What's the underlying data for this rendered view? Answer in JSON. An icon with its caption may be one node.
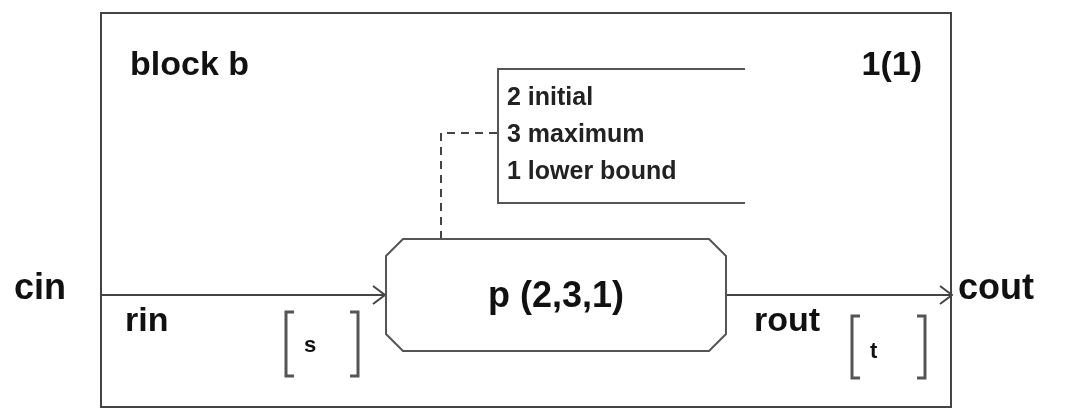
{
  "diagram": {
    "nodes": [
      {
        "text": [
          "block b",
          "1(1)"
        ]
      },
      {
        "text": [
          "2 initial",
          "3 maximum",
          "1 lower bound"
        ],
        "in": 0
      },
      {
        "text": [
          "p (2,3,1)"
        ],
        "in": 0
      },
      {
        "text": [
          "cin"
        ]
      },
      {
        "text": [
          "cout"
        ]
      }
    ],
    "edges": [
      {
        "from": 1,
        "to": 2,
        "arrow": "none",
        "style": "dashed"
      },
      {
        "from": 3,
        "to": 2,
        "arrow": "to",
        "label": "rin"
      },
      {
        "from": 2,
        "to": 4,
        "arrow": "to",
        "label": "rout"
      }
    ],
    "labels": [
      "s",
      "t"
    ]
  }
}
